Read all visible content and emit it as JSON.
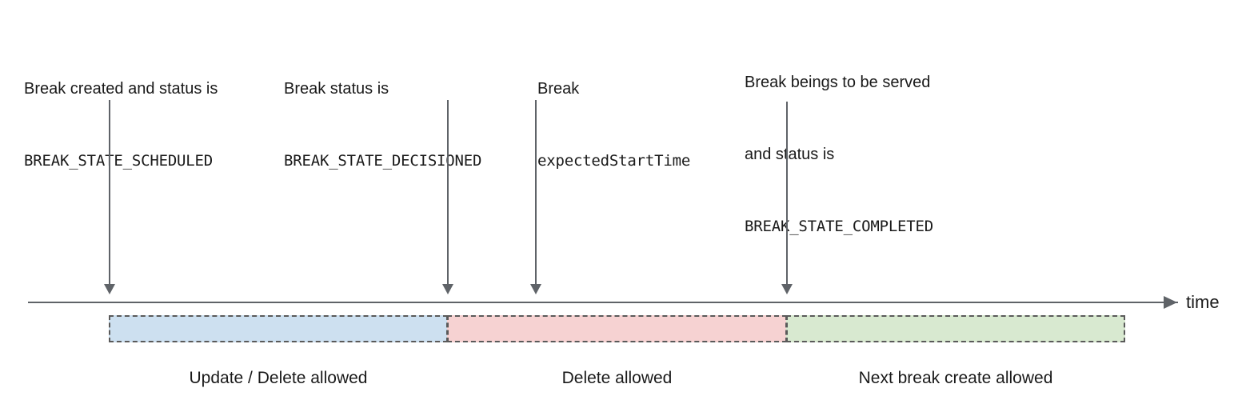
{
  "diagram": {
    "title": "Break lifecycle timeline",
    "axis": {
      "label": "time",
      "arrow_icon": "arrow-right-icon"
    },
    "annotations": [
      {
        "id": "scheduled",
        "lines": [
          {
            "text": "Break created and status is",
            "style": "sans"
          },
          {
            "text": "BREAK_STATE_SCHEDULED",
            "style": "mono"
          }
        ],
        "marker_icon": "arrow-down-icon"
      },
      {
        "id": "decisioned",
        "lines": [
          {
            "text": "Break status is",
            "style": "sans"
          },
          {
            "text": "BREAK_STATE_DECISIONED",
            "style": "mono"
          }
        ],
        "marker_icon": "arrow-down-icon"
      },
      {
        "id": "expected-start-time",
        "lines": [
          {
            "text": "Break",
            "style": "sans"
          },
          {
            "text": "expectedStartTime",
            "style": "mono"
          }
        ],
        "marker_icon": "arrow-down-icon"
      },
      {
        "id": "completed",
        "lines": [
          {
            "text": "Break beings to be served",
            "style": "sans"
          },
          {
            "text": "and status is",
            "style": "sans"
          },
          {
            "text": "BREAK_STATE_COMPLETED",
            "style": "mono"
          }
        ],
        "marker_icon": "arrow-down-icon"
      }
    ],
    "phases": [
      {
        "id": "update-delete",
        "caption": "Update / Delete allowed",
        "fill": "#cde0f0",
        "border": "#5a5a5a"
      },
      {
        "id": "delete-only",
        "caption": "Delete allowed",
        "fill": "#f6d2d2",
        "border": "#5a5a5a"
      },
      {
        "id": "next-break-create",
        "caption": "Next break create allowed",
        "fill": "#d8e9d0",
        "border": "#5a5a5a"
      }
    ]
  }
}
